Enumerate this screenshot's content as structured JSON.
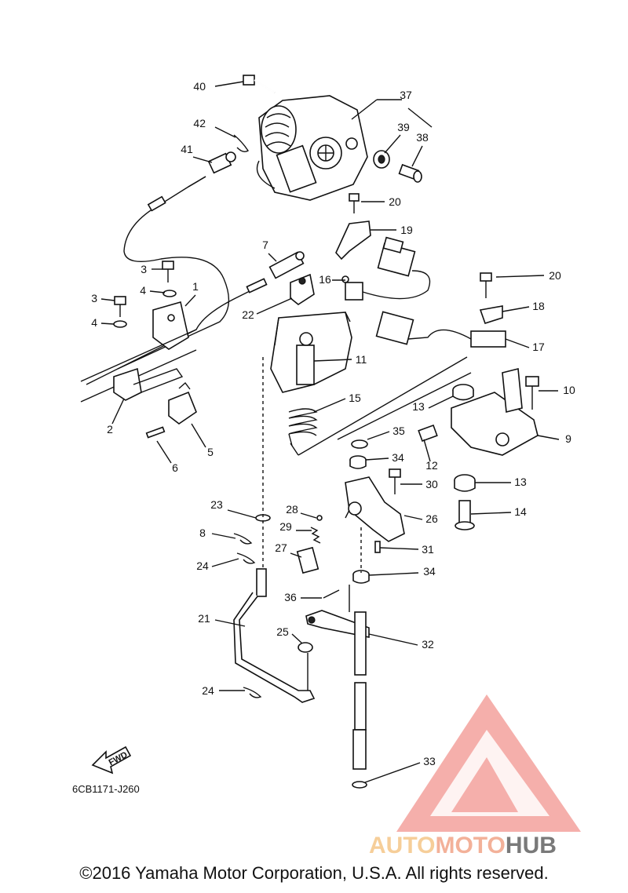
{
  "diagram": {
    "part_code": "6CB1171-J260",
    "fwd_label": "FWD",
    "callouts": [
      "40",
      "37",
      "42",
      "39",
      "38",
      "41",
      "20",
      "19",
      "7",
      "16",
      "3",
      "1",
      "20",
      "18",
      "3",
      "4",
      "4",
      "22",
      "17",
      "11",
      "10",
      "2",
      "5",
      "15",
      "13",
      "9",
      "35",
      "12",
      "6",
      "34",
      "30",
      "13",
      "23",
      "28",
      "26",
      "14",
      "29",
      "8",
      "31",
      "27",
      "24",
      "34",
      "36",
      "21",
      "25",
      "32",
      "24",
      "33"
    ]
  },
  "watermark": {
    "part1": "AUTO",
    "part2": "MOTO",
    "part3": "HUB"
  },
  "footer": {
    "copyright": "©2016 Yamaha Motor Corporation, U.S.A. All rights reserved."
  }
}
